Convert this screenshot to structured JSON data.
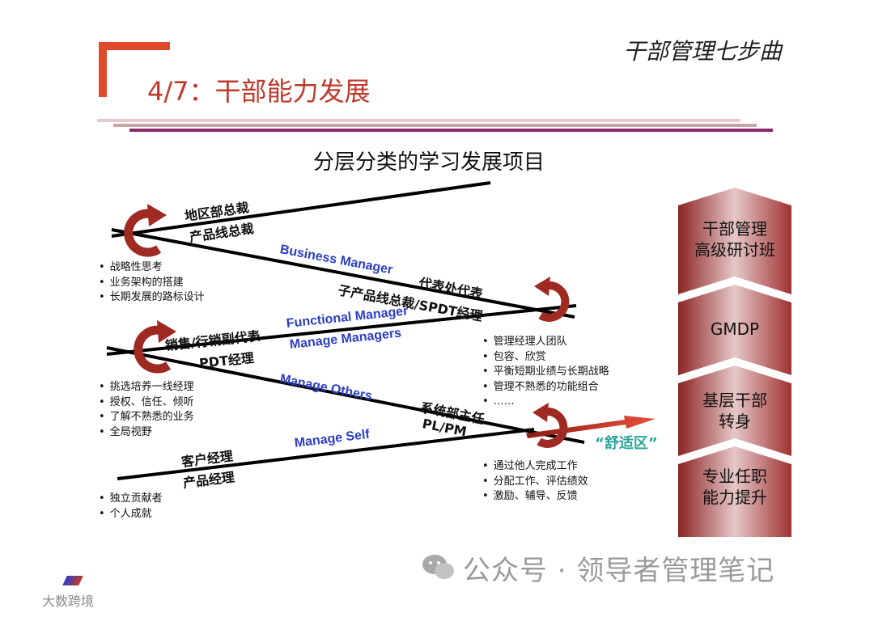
{
  "header": {
    "series_title": "干部管理七步曲",
    "slide_title": "4/7：干部能力发展"
  },
  "diagram": {
    "title": "分层分类的学习发展项目",
    "roles": {
      "top_region": "地区部总裁",
      "top_product": "产品线总裁",
      "rep_office": "代表处代表",
      "sub_product": "子产品线总裁/SPDT经理",
      "sales_deputy": "销售/行销副代表",
      "pdt": "PDT经理",
      "system_head": "系统部主任",
      "plpm": "PL/PM",
      "account_mgr": "客户经理",
      "product_mgr": "产品经理"
    },
    "levels": {
      "business": "Business Manager",
      "functional": "Functional Manager",
      "manage_managers": "Manage Managers",
      "manage_others": "Manage Others",
      "manage_self": "Manage Self"
    },
    "bullets_business": [
      "战略性思考",
      "业务架构的搭建",
      "长期发展的路标设计"
    ],
    "bullets_mm": [
      "管理经理人团队",
      "包容、欣赏",
      "平衡短期业绩与长期战略",
      "管理不熟悉的功能组合",
      "……"
    ],
    "bullets_first_line": [
      "挑选培养一线经理",
      "授权、信任、倾听",
      "了解不熟悉的业务",
      "全局视野"
    ],
    "bullets_others": [
      "通过他人完成工作",
      "分配工作、评估绩效",
      "激励、辅导、反馈"
    ],
    "bullets_self": [
      "独立贡献者",
      "个人成就"
    ],
    "comfort_zone": "“舒适区”"
  },
  "pyramid": {
    "tiers": [
      {
        "line1": "干部管理",
        "line2": "高级研讨班"
      },
      {
        "line1": "GMDP",
        "line2": ""
      },
      {
        "line1": "基层干部",
        "line2": "转身"
      },
      {
        "line1": "专业任职",
        "line2": "能力提升"
      }
    ]
  },
  "watermark": {
    "account": "公众号 · 领导者管理笔记",
    "corner": "大数跨境"
  },
  "colors": {
    "accent": "#c0392b",
    "bracket": "#e04a2a",
    "arrow_red": "#9e2a22",
    "blue_text": "#2c3ec4",
    "teal_text": "#2aa59a"
  }
}
